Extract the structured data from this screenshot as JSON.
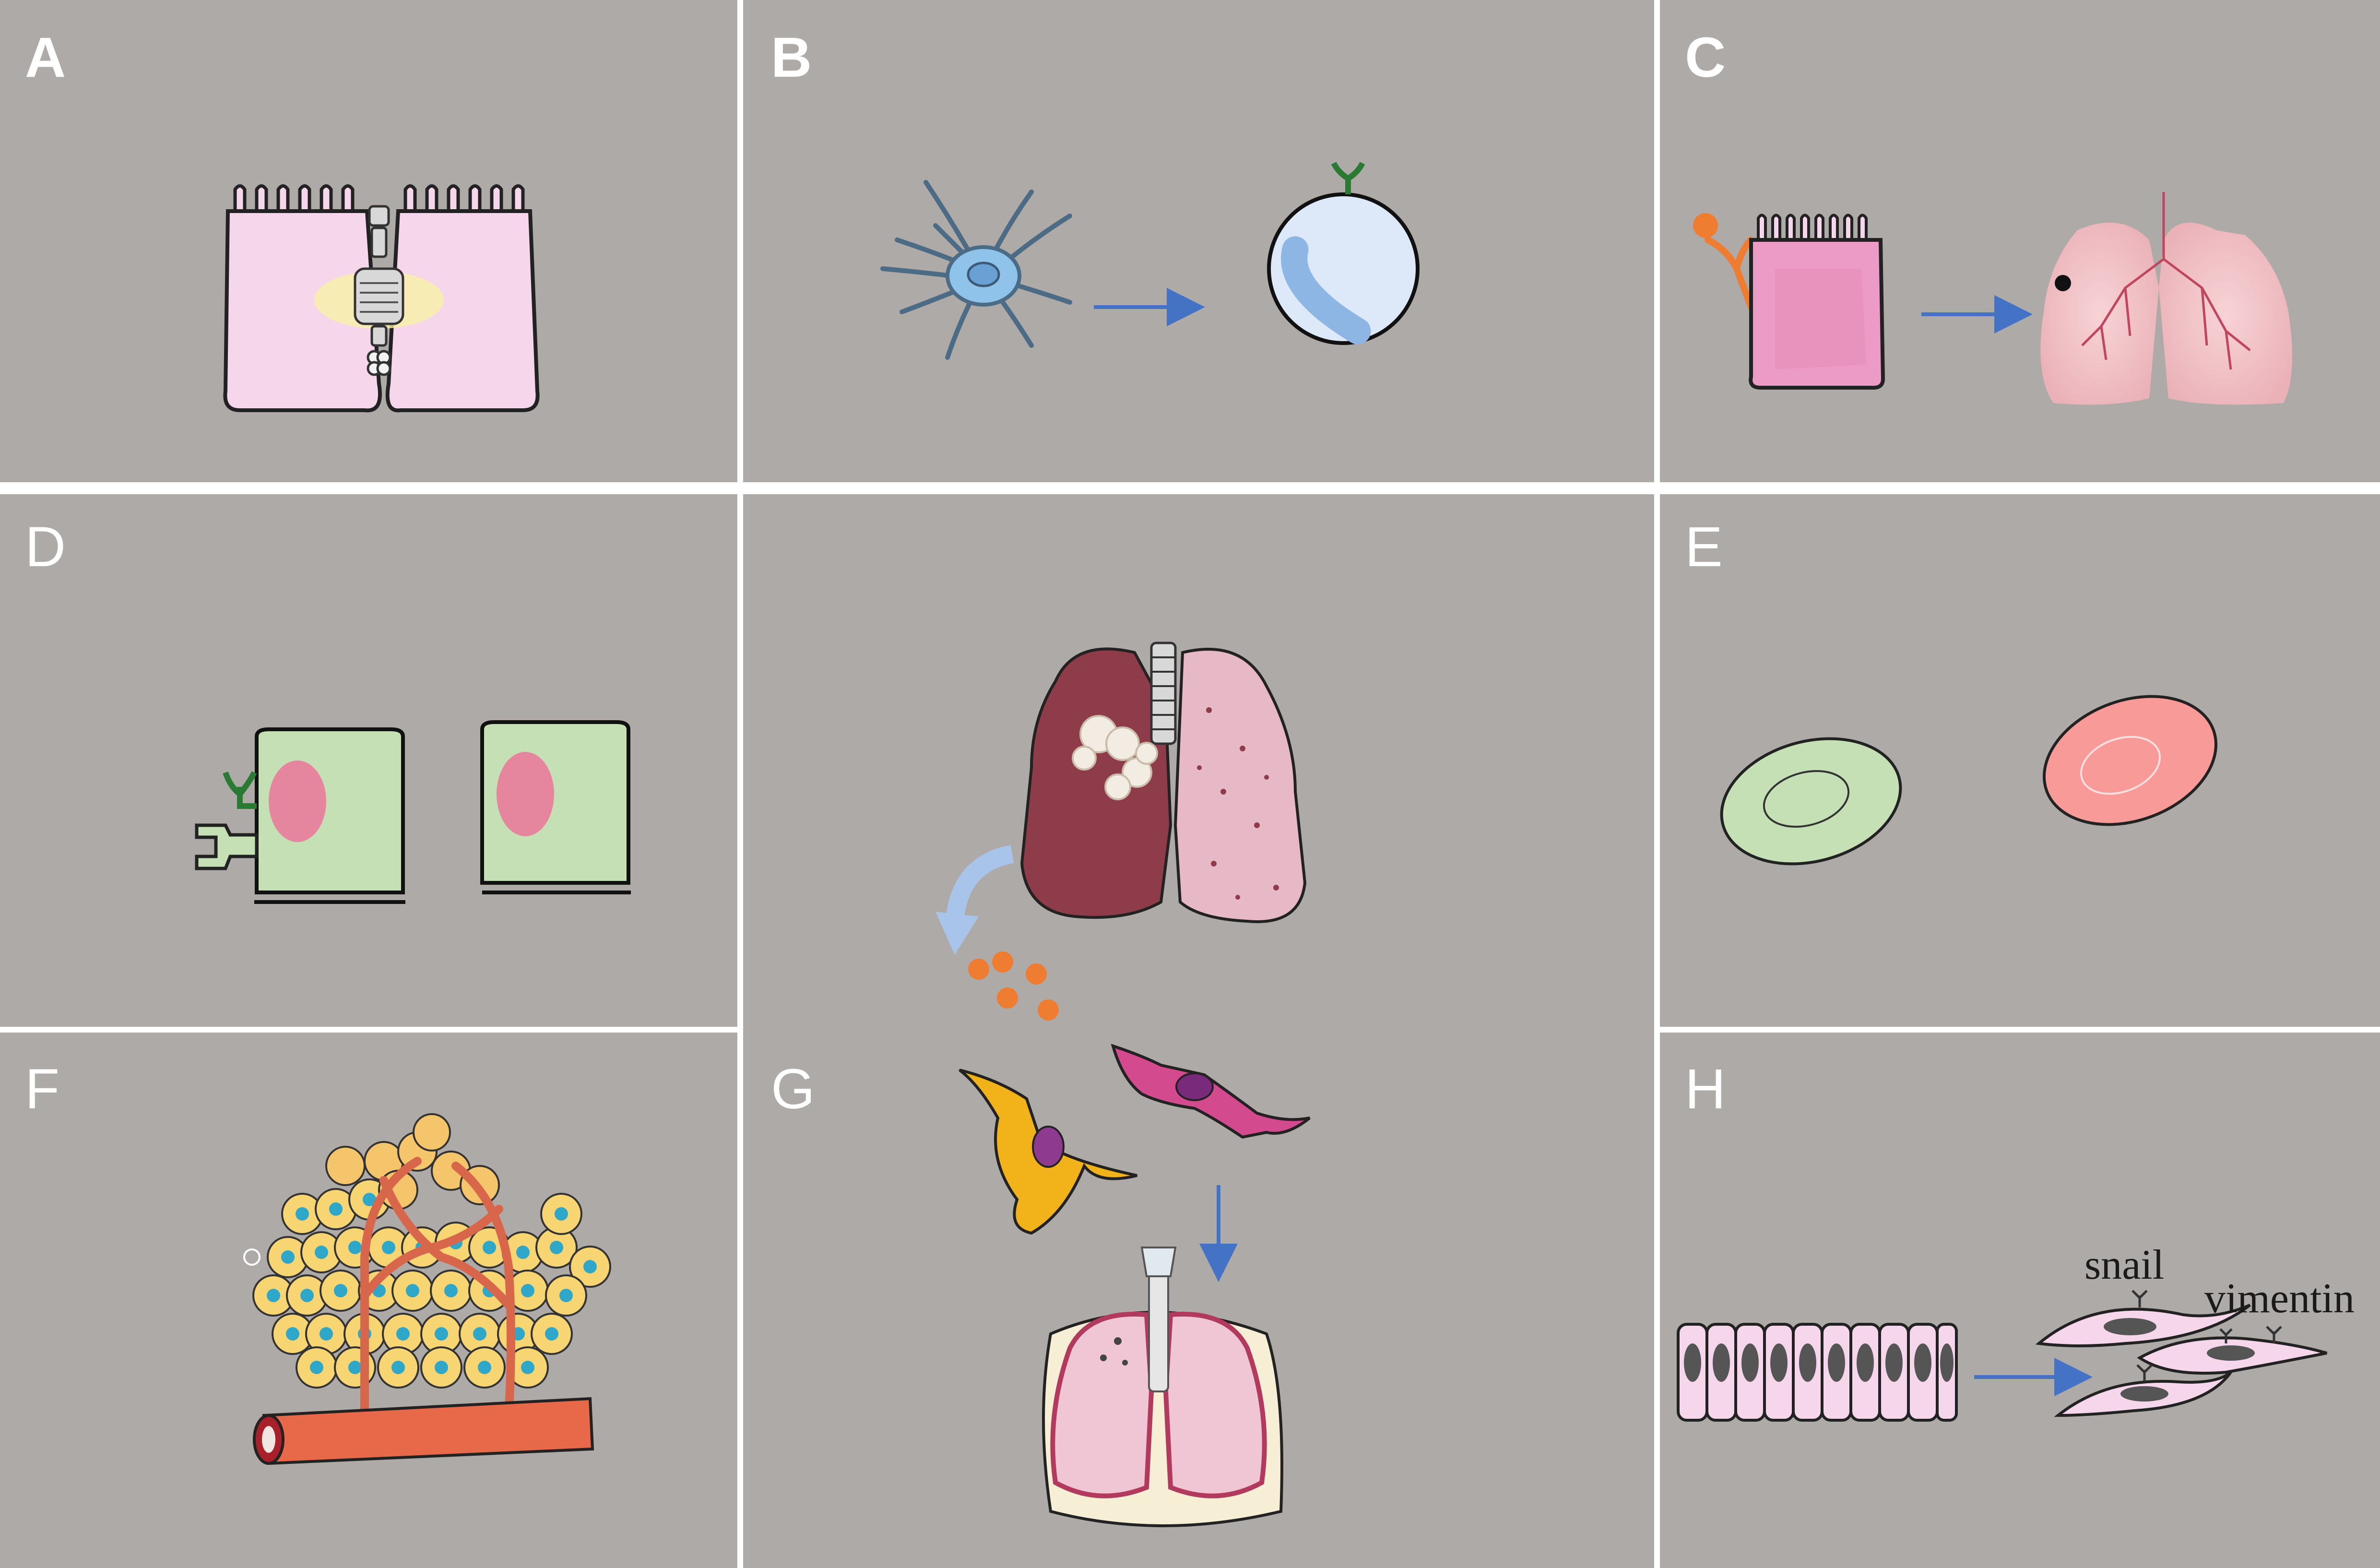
{
  "panels": {
    "A": {
      "label": "A"
    },
    "B": {
      "label": "B"
    },
    "C": {
      "label": "C"
    },
    "D": {
      "label": "D"
    },
    "E": {
      "label": "E"
    },
    "F": {
      "label": "F"
    },
    "G": {
      "label": "G"
    },
    "H": {
      "label": "H",
      "marker_snail": "snail",
      "marker_vimentin": "vimentin"
    }
  },
  "colors": {
    "panel_bg": "#aeaaa8",
    "divider": "#ffffff",
    "arrow": "#4472c4",
    "cell_pink": "#f6d6ea",
    "cell_green": "#c5e0b4",
    "cell_salmon": "#f79a98",
    "lung_dark": "#8e3b4a",
    "lung_light": "#e7b9c6",
    "orange": "#ee7d31"
  }
}
